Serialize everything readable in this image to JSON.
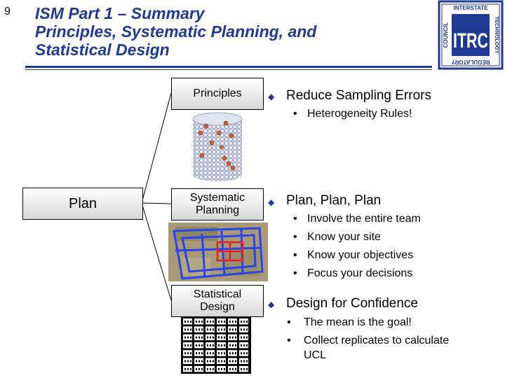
{
  "slide_number": "9",
  "title": {
    "line1": "ISM Part 1 – Summary",
    "line2": "Principles, Systematic Planning, and",
    "line3": "Statistical Design"
  },
  "logo": {
    "center": "ITRC",
    "top": "INTERSTATE",
    "right": "TECHNOLOGY",
    "bottom": "REGULATORY",
    "left": "COUNCIL"
  },
  "plan_label": "Plan",
  "boxes": {
    "principles": "Principles",
    "systematic_1": "Systematic",
    "systematic_2": "Planning",
    "statistical_1": "Statistical",
    "statistical_2": "Design"
  },
  "bullets": {
    "b1": "Reduce Sampling Errors",
    "b1_sub": [
      "Heterogeneity Rules!"
    ],
    "b2": "Plan, Plan, Plan",
    "b2_sub": [
      "Involve the entire team",
      "Know your site",
      "Know your objectives",
      "Focus your decisions"
    ],
    "b3": "Design for Confidence",
    "b3_sub": [
      "The mean is the goal!",
      "Collect replicates to calculate",
      "UCL"
    ]
  }
}
